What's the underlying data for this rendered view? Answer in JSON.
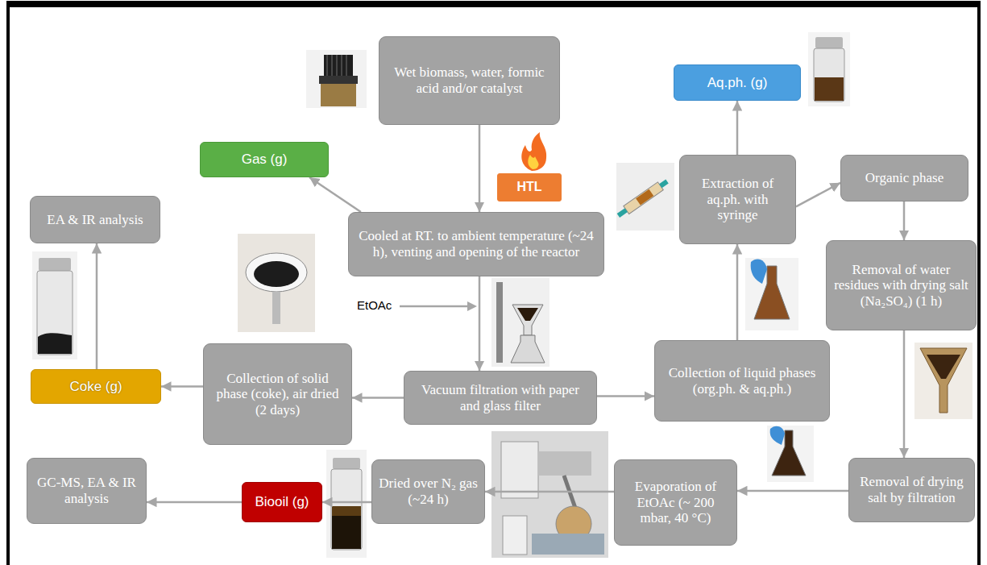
{
  "diagram": {
    "nodes": [
      {
        "text": [
          "Wet biomass, water, formic acid and/or catalyst"
        ]
      },
      {
        "text": [
          "HTL"
        ]
      },
      {
        "text": [
          "Gas (g)"
        ]
      },
      {
        "text": [
          "Cooled at RT. to ambient temperature (~24 h), venting and opening of the reactor"
        ]
      },
      {
        "text": [
          "EA & IR analysis"
        ]
      },
      {
        "text": [
          "Coke (g)"
        ]
      },
      {
        "text": [
          "Collection of solid phase (coke), air dried (2 days)"
        ]
      },
      {
        "text": [
          "Vacuum filtration with paper and glass filter"
        ]
      },
      {
        "text": [
          "Collection of liquid phases (org.ph. & aq.ph.)"
        ]
      },
      {
        "text": [
          "Extraction of aq.ph. with syringe"
        ]
      },
      {
        "text": [
          "Aq.ph. (g)"
        ]
      },
      {
        "text": [
          "Organic phase"
        ]
      },
      {
        "text": [
          "Removal of water residues with drying salt (Na₂SO₄) (1 h)"
        ]
      },
      {
        "text": [
          "Removal of drying salt by filtration"
        ]
      },
      {
        "text": [
          "Evaporation of EtOAc (~ 200 mbar, 40 °C)"
        ]
      },
      {
        "text": [
          "Dried over N₂ gas (~24 h)"
        ]
      },
      {
        "text": [
          "Biooil (g)"
        ]
      },
      {
        "text": [
          "GC-MS, EA & IR analysis"
        ]
      }
    ],
    "edges": [
      {
        "from": 0,
        "to": 3,
        "arrow": "to"
      },
      {
        "from": 3,
        "to": 2,
        "arrow": "to"
      },
      {
        "from": 3,
        "to": 7,
        "arrow": "to"
      },
      {
        "from": 7,
        "to": 6,
        "arrow": "to"
      },
      {
        "from": 6,
        "to": 5,
        "arrow": "to"
      },
      {
        "from": 5,
        "to": 4,
        "arrow": "to"
      },
      {
        "from": 7,
        "to": 8,
        "arrow": "to"
      },
      {
        "from": 8,
        "to": 9,
        "arrow": "to"
      },
      {
        "from": 9,
        "to": 10,
        "arrow": "to"
      },
      {
        "from": 9,
        "to": 11,
        "arrow": "to"
      },
      {
        "from": 11,
        "to": 12,
        "arrow": "to"
      },
      {
        "from": 12,
        "to": 13,
        "arrow": "to"
      },
      {
        "from": 13,
        "to": 14,
        "arrow": "to"
      },
      {
        "from": 14,
        "to": 15,
        "arrow": "to"
      },
      {
        "from": 15,
        "to": 16,
        "arrow": "to"
      },
      {
        "from": 16,
        "to": 17,
        "arrow": "to"
      }
    ],
    "labels": [
      "EtOAc"
    ]
  }
}
